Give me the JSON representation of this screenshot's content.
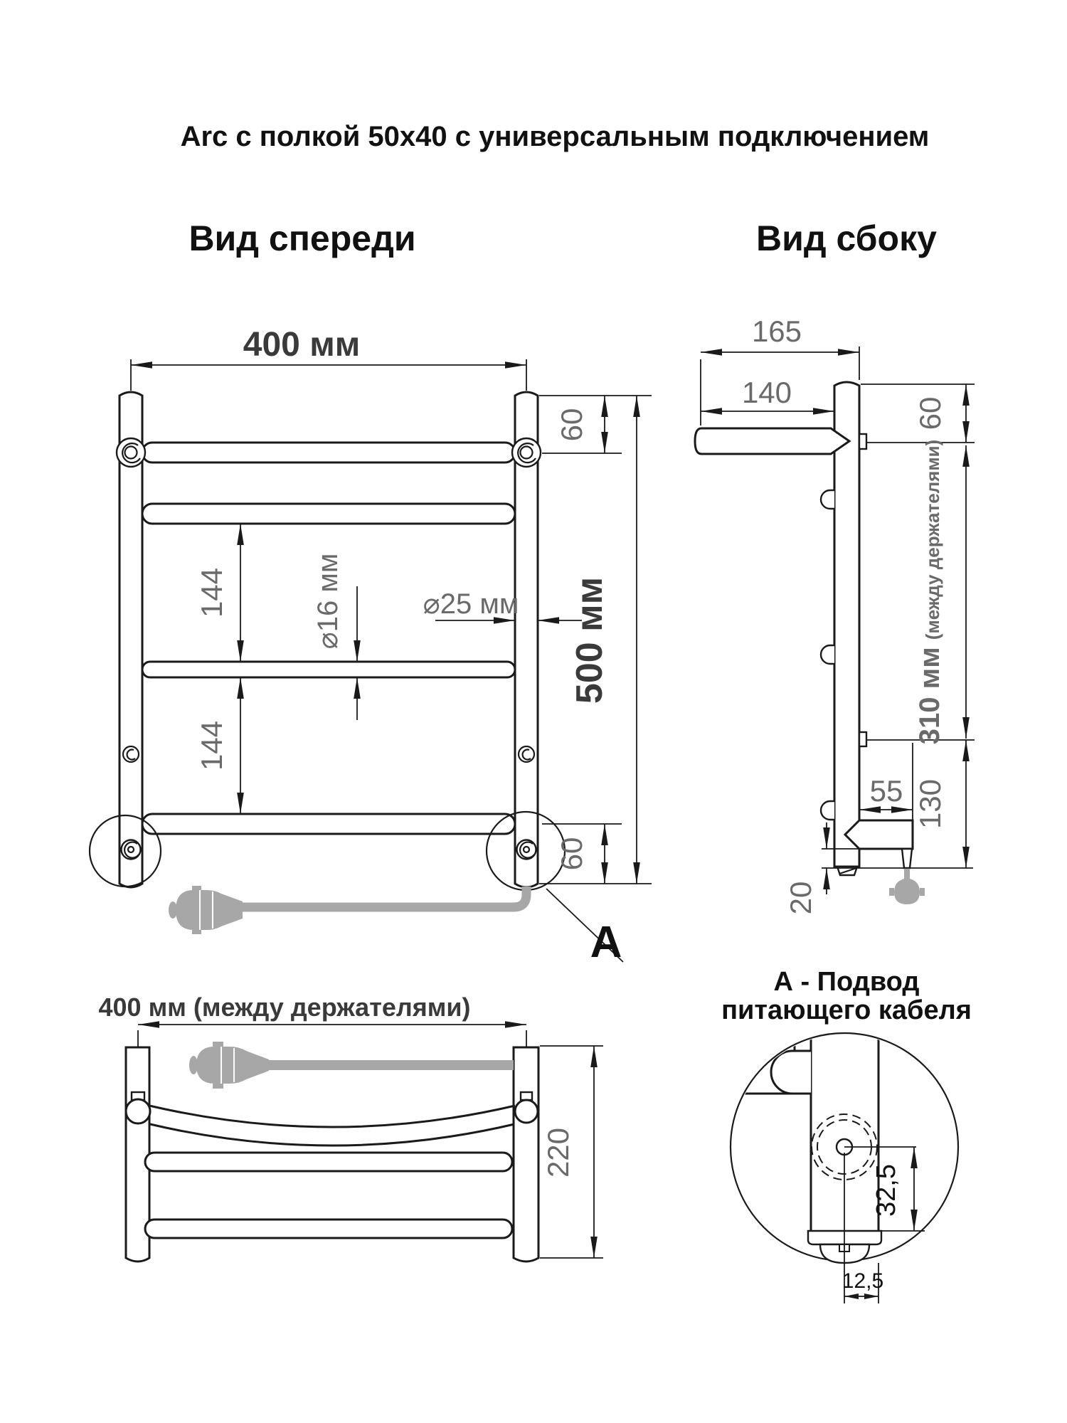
{
  "title": "Arc с полкой 50x40 с универсальным подключением",
  "front_view": {
    "heading": "Вид спереди",
    "width_dim": "400 мм",
    "height_dim": "500 мм",
    "top_offset_dim": "60",
    "bottom_offset_dim": "60",
    "rail_gap_dim_1": "144",
    "rail_gap_dim_2": "144",
    "tube_diameter_dim": "⌀16 мм",
    "post_diameter_dim": "⌀25 мм",
    "detail_marker": "А"
  },
  "side_view": {
    "heading": "Вид сбоку",
    "total_depth_dim": "165",
    "shelf_depth_dim": "140",
    "top_offset_dim": "60",
    "bracket_span_dim": "310 мм",
    "bracket_span_note": "(между держателями)",
    "cable_offset_dim": "55",
    "bottom_span_dim": "130",
    "foot_height_dim": "20"
  },
  "bottom_view": {
    "width_dim": "400 мм (между держателями)",
    "depth_dim": "220"
  },
  "detail_view": {
    "caption_line1": "А - Подвод",
    "caption_line2": "питающего кабеля",
    "center_offset_dim": "32,5",
    "edge_offset_dim": "12,5"
  },
  "colors": {
    "line": "#1a1a1a",
    "dim_text": "#6a6a6a",
    "dark_dim_text": "#3a3a3a",
    "cable": "#a7a7a7"
  }
}
